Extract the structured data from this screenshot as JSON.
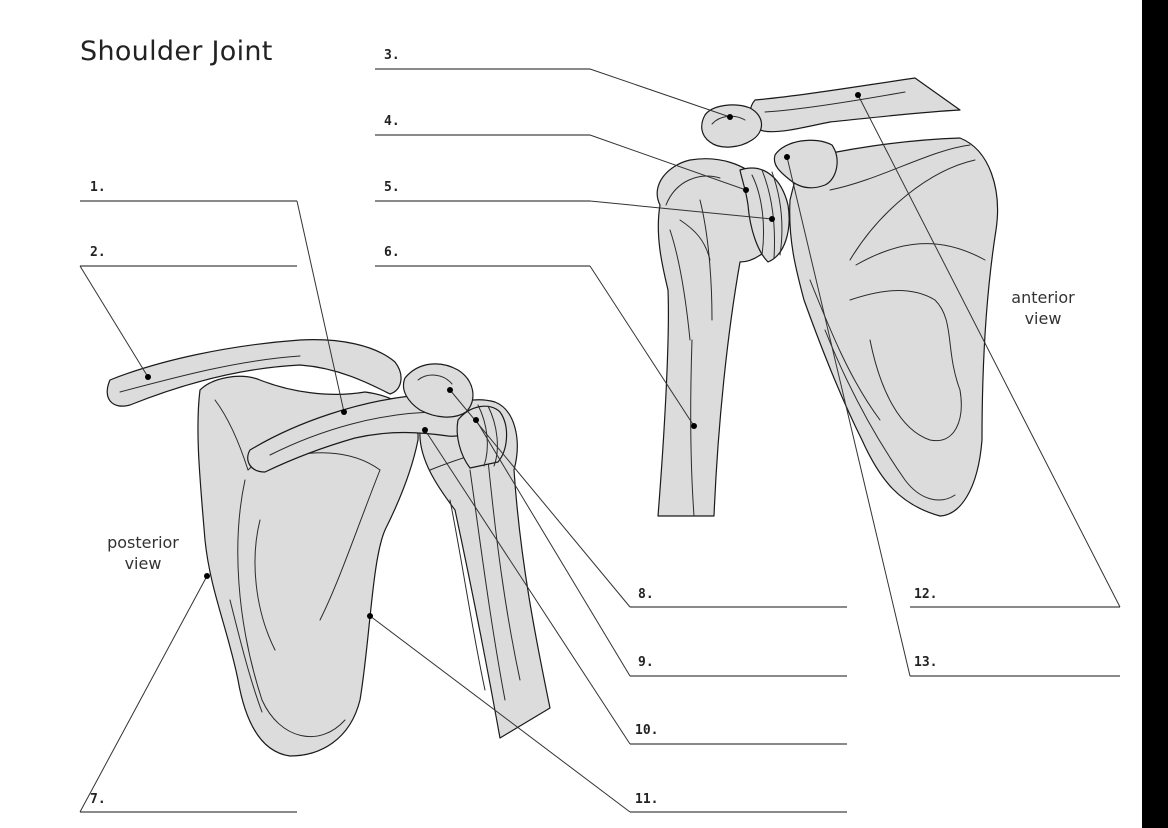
{
  "title": "Shoulder Joint",
  "labels": [
    "1.",
    "2.",
    "3.",
    "4.",
    "5.",
    "6.",
    "7.",
    "8.",
    "9.",
    "10.",
    "11.",
    "12.",
    "13."
  ],
  "views": {
    "posterior": [
      "posterior",
      "view"
    ],
    "anterior": [
      "anterior",
      "view"
    ]
  },
  "colors": {
    "bone_fill": "#dcdcdc",
    "outline": "#1a1a1a",
    "frame": "#000000"
  }
}
